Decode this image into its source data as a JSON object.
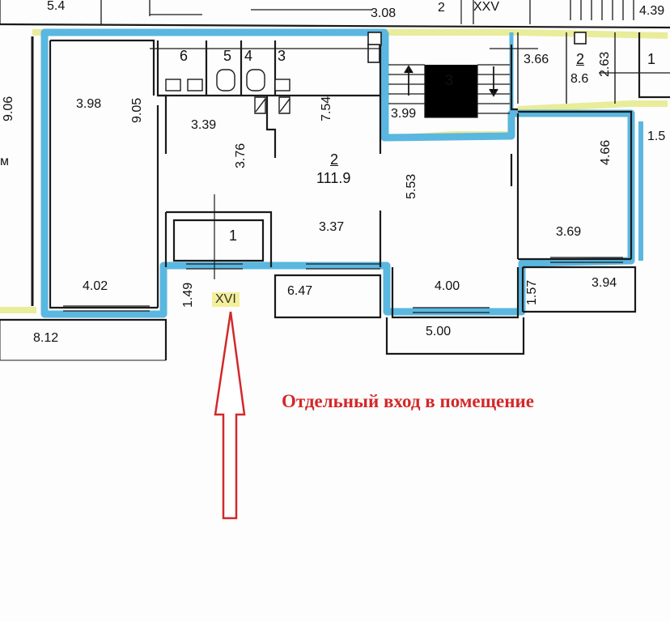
{
  "diagram": {
    "top_strip": {
      "dim_left": "5.4",
      "dim_a": "3.08",
      "roman_top": "XXV",
      "dim_b": "4.39",
      "dim_stub": "2"
    },
    "rooms": {
      "r6": "6",
      "r5": "5",
      "r4": "4",
      "r3_small": "3",
      "stair_num": "3",
      "stair_dim": "3.99",
      "right_num": "2",
      "right_area": "8.6",
      "right_w": "3.66",
      "right_h": "2.63",
      "far_right_num": "1",
      "room2_num": "2",
      "room2_area": "111.9",
      "room1_num": "1"
    },
    "dimensions": {
      "left_outer": "9.06",
      "left_w": "3.98",
      "left_h": "9.05",
      "left_bottom": "4.02",
      "mid_w": "3.39",
      "mid_h": "3.76",
      "corr_h": "7.54",
      "room2_h": "5.53",
      "room2_w": "3.37",
      "right_room_h": "4.66",
      "right_room_w": "3.69",
      "far_right_edge": "1.5",
      "vest_h": "1.49",
      "vest_w": "6.47",
      "bay_w": "4.00",
      "bay_h": "1.57",
      "right_bay_w": "3.94",
      "bottom_left": "8.12",
      "bottom_mid": "5.00"
    },
    "left_fragment": "м",
    "entrance_roman": "XVI",
    "note": "Отдельный вход в помещение",
    "colors": {
      "highlight": "#5ab7e0",
      "highlight_alt": "#e9ec9a",
      "wall": "#1a1a1a",
      "arrow": "#d3282a"
    }
  }
}
